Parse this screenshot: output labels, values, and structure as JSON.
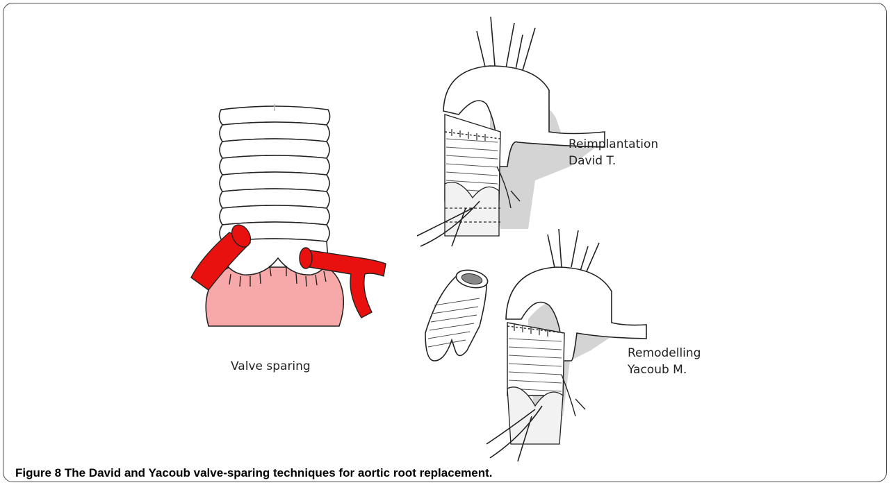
{
  "figure": {
    "labels": {
      "valve_sparing": "Valve sparing",
      "reimplantation_line1": "Reimplantation",
      "reimplantation_line2": "David T.",
      "remodelling_line1": "Remodelling",
      "remodelling_line2": "Yacoub M."
    },
    "caption": {
      "label": "Figure 8",
      "text": "The David and Yacoub valve-sparing techniques for aortic root replacement."
    },
    "colors": {
      "graft_red": "#e8110f",
      "root_pink": "#f7a8a8",
      "shadow_gray": "#d4d4d4",
      "outline": "#222222"
    }
  }
}
